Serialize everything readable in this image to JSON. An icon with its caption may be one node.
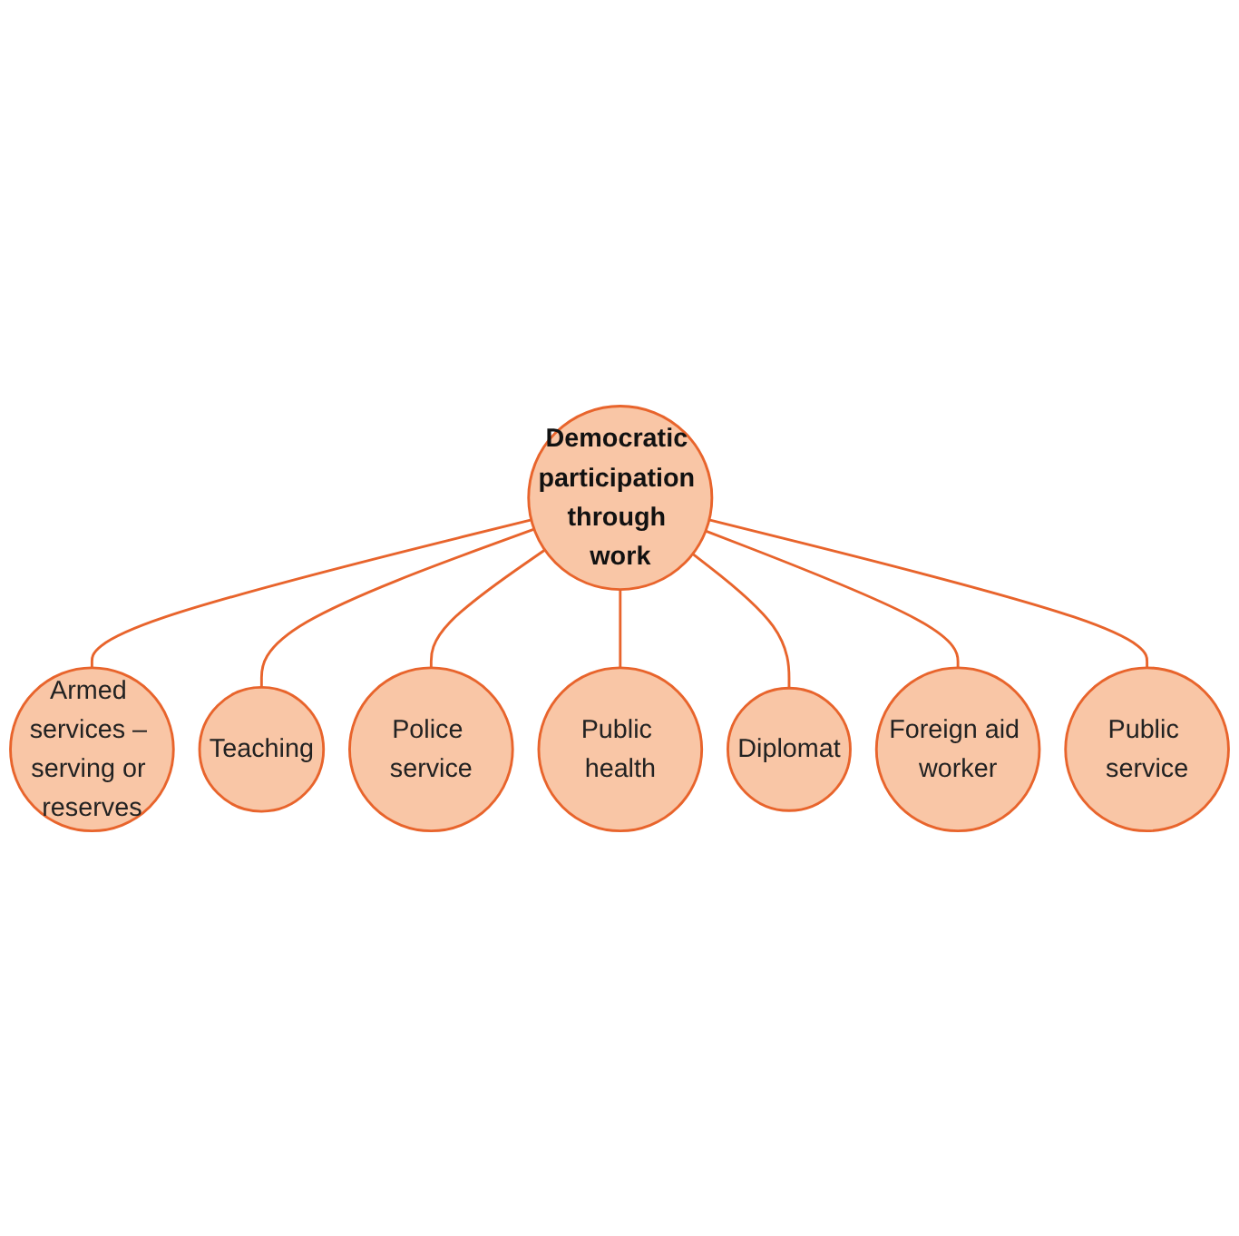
{
  "diagram": {
    "nodes": [
      {
        "text": [
          "Democratic participation through work"
        ]
      },
      {
        "text": [
          "Armed services – serving or reserves"
        ]
      },
      {
        "text": [
          "Teaching"
        ]
      },
      {
        "text": [
          "Police service"
        ]
      },
      {
        "text": [
          "Public health"
        ]
      },
      {
        "text": [
          "Diplomat"
        ]
      },
      {
        "text": [
          "Foreign aid worker"
        ]
      },
      {
        "text": [
          "Public service"
        ]
      }
    ],
    "edges": [
      {
        "from": 0,
        "to": 1,
        "arrow": "none"
      },
      {
        "from": 0,
        "to": 2,
        "arrow": "none"
      },
      {
        "from": 0,
        "to": 3,
        "arrow": "none"
      },
      {
        "from": 0,
        "to": 4,
        "arrow": "none"
      },
      {
        "from": 0,
        "to": 5,
        "arrow": "none"
      },
      {
        "from": 0,
        "to": 6,
        "arrow": "none"
      },
      {
        "from": 0,
        "to": 7,
        "arrow": "none"
      }
    ]
  }
}
